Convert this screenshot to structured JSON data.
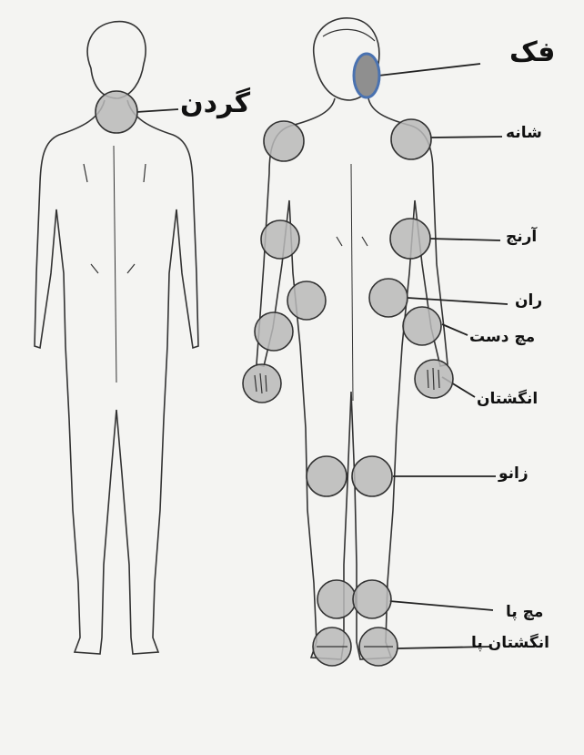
{
  "labels": {
    "jaw": "فک",
    "neck": "گردن",
    "shoulder": "شانه",
    "elbow": "آرنج",
    "hip": "ران",
    "wrist": "مچ دست",
    "fingers": "انگشتان",
    "knee": "زانو",
    "ankle": "مچ پا",
    "toes": "انگشتان پا"
  },
  "colors": {
    "joint_fill": "#b9b9b9",
    "jaw_fill": "#8f8f8f",
    "jaw_stroke": "#4a72b0",
    "line": "#222222",
    "background": "#f4f4f2"
  }
}
